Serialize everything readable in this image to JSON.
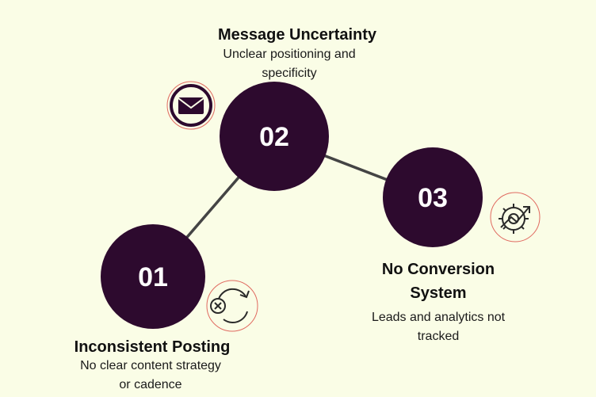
{
  "colors": {
    "background": "#fafde6",
    "node": "#2d0a2e",
    "connector": "#444444",
    "icon_ring": "#e06a60",
    "icon_ink": "#2a2a2a"
  },
  "steps": [
    {
      "number": "01",
      "title": "Inconsistent Posting",
      "description_line1": "No clear content strategy",
      "description_line2": "or cadence",
      "icon": "refresh-cancel-icon"
    },
    {
      "number": "02",
      "title": "Message Uncertainty",
      "description_line1": "Unclear positioning and",
      "description_line2": "specificity",
      "icon": "envelope-icon"
    },
    {
      "number": "03",
      "title_line1": "No Conversion",
      "title_line2": "System",
      "description_line1": "Leads and analytics not",
      "description_line2": "tracked",
      "icon": "gear-growth-icon"
    }
  ]
}
